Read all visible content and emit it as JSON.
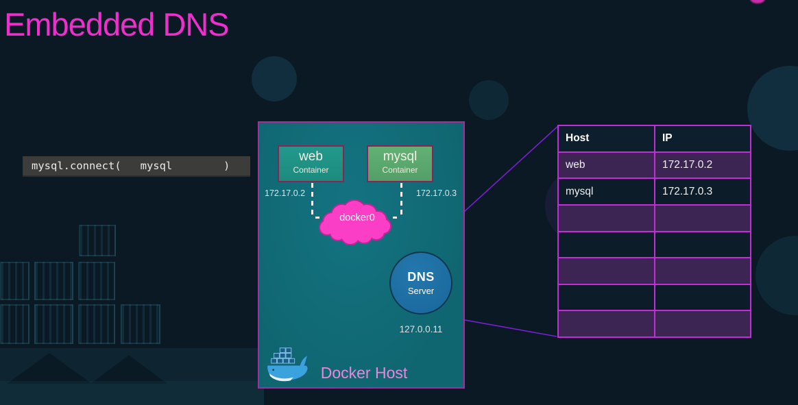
{
  "slide": {
    "title": "Embedded DNS"
  },
  "code_box": {
    "code": "mysql.connect(   mysql        )"
  },
  "docker_host": {
    "label": "Docker Host",
    "logo_icon": "docker-whale-icon",
    "containers": [
      {
        "name": "web",
        "sublabel": "Container",
        "ip": "172.17.0.2"
      },
      {
        "name": "mysql",
        "sublabel": "Container",
        "ip": "172.17.0.3"
      }
    ],
    "bridge": {
      "label": "docker0",
      "icon": "network-cloud-icon"
    },
    "dns_server": {
      "title": "DNS",
      "subtitle": "Server",
      "ip": "127.0.0.11"
    }
  },
  "dns_table": {
    "columns": [
      "Host",
      "IP"
    ],
    "rows": [
      {
        "host": "web",
        "ip": "172.17.0.2"
      },
      {
        "host": "mysql",
        "ip": "172.17.0.3"
      },
      {
        "host": "",
        "ip": ""
      },
      {
        "host": "",
        "ip": ""
      },
      {
        "host": "",
        "ip": ""
      },
      {
        "host": "",
        "ip": ""
      },
      {
        "host": "",
        "ip": ""
      }
    ]
  },
  "colors": {
    "background": "#0a1923",
    "title": "#ee2fce",
    "host_box_bg": "#116b76",
    "host_box_border": "#a1309a",
    "web_container_bg": "#1f9486",
    "mysql_container_bg": "#5cab70",
    "container_border": "#8d2253",
    "cloud_pink": "#fa3fc6",
    "dns_circle_bg": "#1e6fa4",
    "table_border": "#c32cd6",
    "table_row_purple": "#3d2553",
    "table_row_dark": "#0c1d29",
    "connection_line": "#7b1fd6",
    "code_box_bg": "#3c3c3b"
  }
}
